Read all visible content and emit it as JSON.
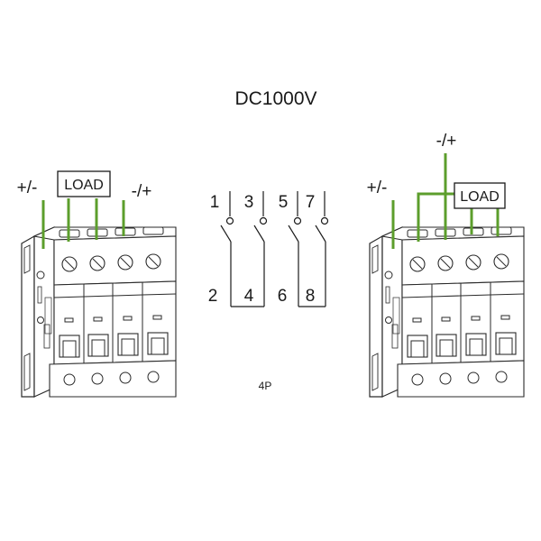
{
  "title": "DC1000V",
  "pole_label": "4P",
  "colors": {
    "wire": "#5c9e2c",
    "line": "#2a2a2a",
    "fill": "#ffffff"
  },
  "left_breaker": {
    "pos_label": "+/-",
    "load_label": "LOAD",
    "neg_label": "-/+"
  },
  "right_breaker": {
    "pos_label": "+/-",
    "neg_label": "-/+",
    "load_label": "LOAD"
  },
  "schematic": {
    "top_numbers": [
      "1",
      "3",
      "5",
      "7"
    ],
    "bottom_numbers": [
      "2",
      "4",
      "6",
      "8"
    ]
  }
}
